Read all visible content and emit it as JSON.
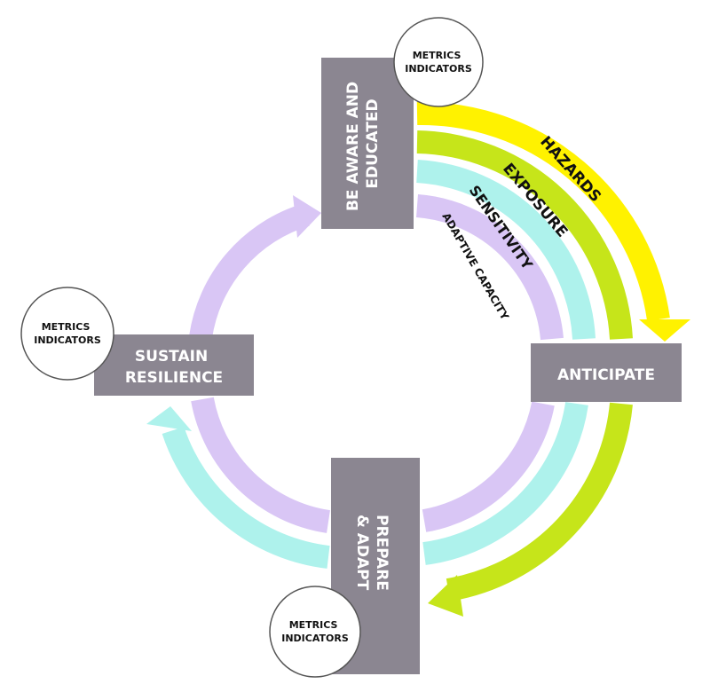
{
  "colors": {
    "box": "#8b8691",
    "hazards": "#fff200",
    "exposure": "#c6e51a",
    "sensitivity": "#aef2ec",
    "adaptive": "#d9c6f5",
    "circle_stroke": "#555555"
  },
  "stages": {
    "aware": "BE AWARE AND EDUCATED",
    "anticipate": "ANTICIPATE",
    "prepare_line1": "PREPARE",
    "prepare_line2": "& ADAPT",
    "sustain_line1": "SUSTAIN",
    "sustain_line2": "RESILIENCE"
  },
  "aware_lines": [
    "BE AWARE AND",
    "EDUCATED"
  ],
  "metrics": {
    "line1": "METRICS",
    "line2": "INDICATORS"
  },
  "arcs": {
    "hazards": "HAZARDS",
    "exposure": "EXPOSURE",
    "sensitivity": "SENSITIVITY",
    "adaptive": "ADAPTIVE CAPACITY"
  }
}
